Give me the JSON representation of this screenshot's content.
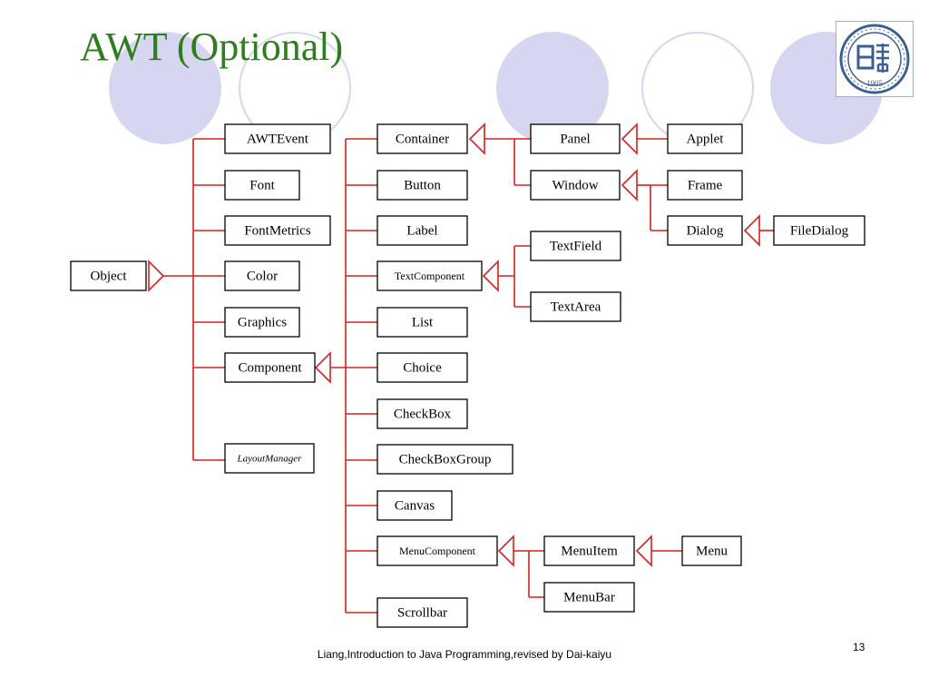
{
  "slide": {
    "title": "AWT (Optional)",
    "footer": "Liang,Introduction to Java Programming,revised by Dai-kaiyu",
    "page_number": "13"
  },
  "logo": {
    "year": "1905",
    "emblem": "university-seal"
  },
  "colors": {
    "title": "#2e7d1e",
    "connector": "#d62020",
    "decor": "#d6d6f0"
  },
  "diagram": {
    "nodes": {
      "object": "Object",
      "awtevent": "AWTEvent",
      "font": "Font",
      "fontmetrics": "FontMetrics",
      "color": "Color",
      "graphics": "Graphics",
      "component": "Component",
      "layoutmanager": "LayoutManager",
      "container": "Container",
      "button": "Button",
      "label": "Label",
      "textcomponent": "TextComponent",
      "list": "List",
      "choice": "Choice",
      "checkbox": "CheckBox",
      "checkboxgroup": "CheckBoxGroup",
      "canvas": "Canvas",
      "menucomponent": "MenuComponent",
      "scrollbar": "Scrollbar",
      "panel": "Panel",
      "window": "Window",
      "applet": "Applet",
      "frame": "Frame",
      "dialog": "Dialog",
      "filedialog": "FileDialog",
      "textfield": "TextField",
      "textarea": "TextArea",
      "menuitem": "MenuItem",
      "menubar": "MenuBar",
      "menu": "Menu"
    }
  }
}
